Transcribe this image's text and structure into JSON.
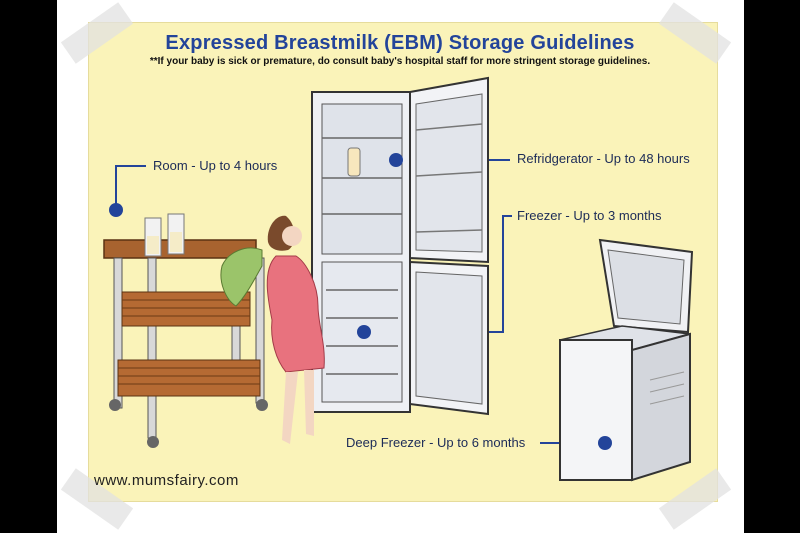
{
  "poster": {
    "title": "Expressed Breastmilk (EBM) Storage Guidelines",
    "subtitle": "**If your baby is sick or premature, do consult baby's hospital staff for more stringent storage guidelines.",
    "labels": {
      "room": "Room - Up to 4 hours",
      "refrigerator": "Refridgerator - Up to 48 hours",
      "freezer": "Freezer - Up to 3 months",
      "deep_freezer": "Deep Freezer - Up to 6 months"
    },
    "website": "www.mumsfairy.com"
  },
  "colors": {
    "background": "#faf3b9",
    "title": "#23449a",
    "marker": "#23449a",
    "wood": "#a8632f",
    "appliance": "#eef0f4",
    "dress": "#e8727e"
  },
  "illustrations": [
    "wooden-cart",
    "open-refrigerator",
    "pregnant-woman",
    "chest-freezer"
  ]
}
